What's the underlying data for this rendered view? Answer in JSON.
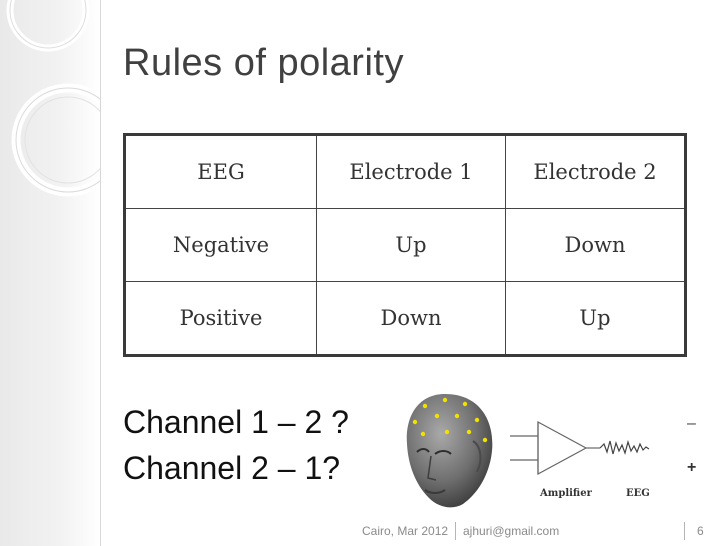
{
  "slide": {
    "title": "Rules of polarity",
    "table": {
      "headers": [
        "EEG",
        "Electrode 1",
        "Electrode 2"
      ],
      "rows": [
        [
          "Negative",
          "Up",
          "Down"
        ],
        [
          "Positive",
          "Down",
          "Up"
        ]
      ]
    },
    "channels": [
      "Channel 1 – 2 ?",
      "Channel 2 – 1?"
    ],
    "diagram": {
      "amplifier_label": "Amplifier",
      "eeg_label": "EEG",
      "minus_sign": "–",
      "plus_sign": "+"
    },
    "footer": {
      "location_date": "Cairo, Mar 2012",
      "email": "ajhuri@gmail.com",
      "page_number": "6"
    }
  }
}
